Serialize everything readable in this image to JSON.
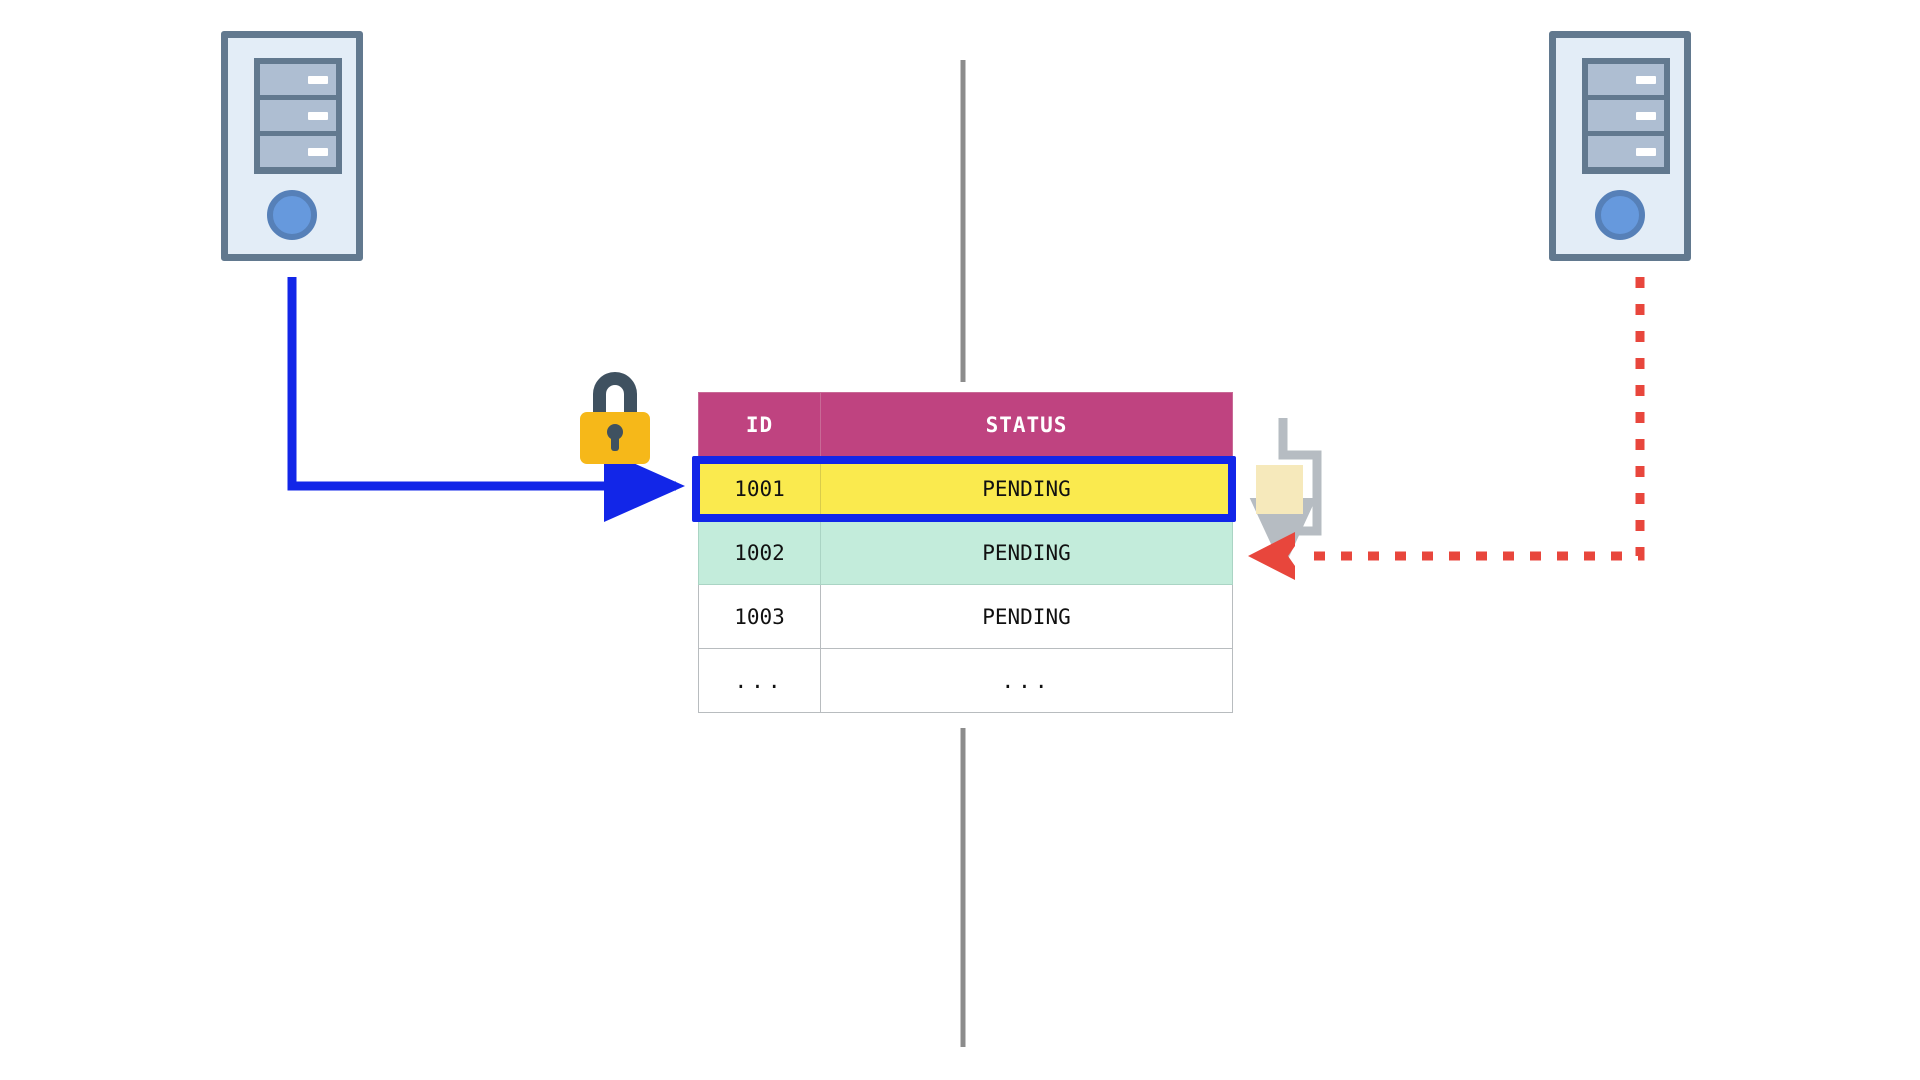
{
  "diagram": {
    "title": "Distributed transaction row-lock diagram",
    "colors": {
      "blue_connector": "#1226e8",
      "red_connector": "#e8463c",
      "gray_connector": "#b6bcc2",
      "header_magenta": "#bf4380",
      "row_highlight_yellow": "#faea4e",
      "row_second_green": "#c3ecdb",
      "lock_body_amber": "#f6b819",
      "lock_shackle_slate": "#3f5160",
      "server_body": "#e3edf7",
      "server_border": "#62798f",
      "replica_box_beige": "#f6e9bb",
      "divider_gray": "#8c8c8c"
    }
  },
  "nodes": {
    "left_server": {
      "name": "server-left",
      "bays": 3
    },
    "right_server": {
      "name": "server-right",
      "bays": 3
    },
    "lock": {
      "name": "row-lock"
    },
    "replica_box": {
      "name": "replica-buffer"
    }
  },
  "table": {
    "name": "transactions-table",
    "columns": [
      "ID",
      "STATUS"
    ],
    "rows": [
      {
        "id": "1001",
        "status": "PENDING",
        "style": "highlight"
      },
      {
        "id": "1002",
        "status": "PENDING",
        "style": "second"
      },
      {
        "id": "1003",
        "status": "PENDING",
        "style": "plain"
      },
      {
        "id": "...",
        "status": "...",
        "style": "plain"
      }
    ]
  },
  "connectors": {
    "blue": {
      "name": "locked-write-connector",
      "from": "left-server",
      "to": "row-1001",
      "style": "solid",
      "color": "#1226e8"
    },
    "red": {
      "name": "blocked-write-connector",
      "from": "right-server",
      "to": "row-1002",
      "style": "dashed",
      "color": "#e8463c"
    },
    "gray": {
      "name": "replica-sync-connector",
      "style": "solid",
      "color": "#b6bcc2"
    },
    "divider_top": {
      "name": "vertical-divider-top"
    },
    "divider_bottom": {
      "name": "vertical-divider-bottom"
    }
  }
}
